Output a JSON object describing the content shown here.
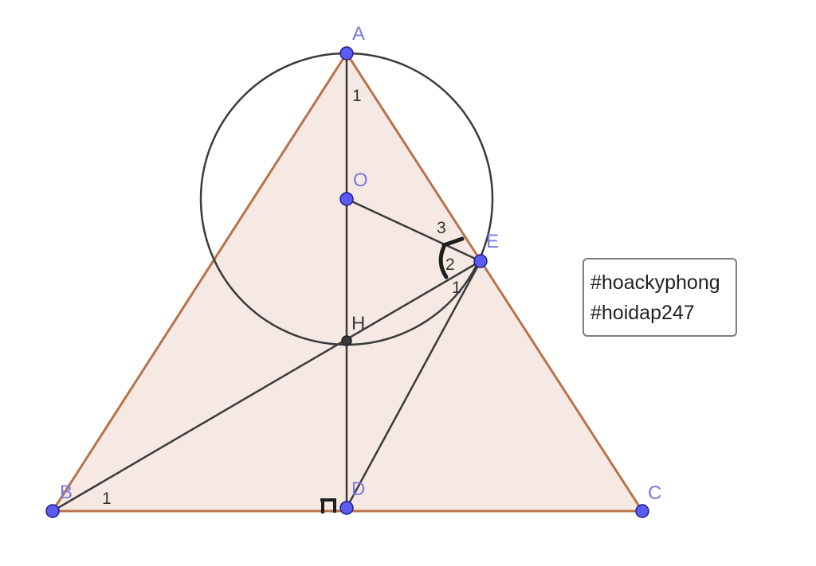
{
  "points": {
    "A": "A",
    "O": "O",
    "E": "E",
    "H": "H",
    "B": "B",
    "D": "D",
    "C": "C"
  },
  "angle_labels": {
    "A1": "1",
    "E3": "3",
    "E2": "2",
    "E1": "1",
    "B1": "1"
  },
  "tags": [
    "#hoackyphong",
    "#hoidap247"
  ],
  "colors": {
    "triangle_fill": "#f6e9e4",
    "triangle_edge": "#b8734a",
    "line": "#3b3b3b",
    "point_fill": "#5b5bf0",
    "point_stroke": "#1e1e8c",
    "point_label": "#7a7adf"
  }
}
